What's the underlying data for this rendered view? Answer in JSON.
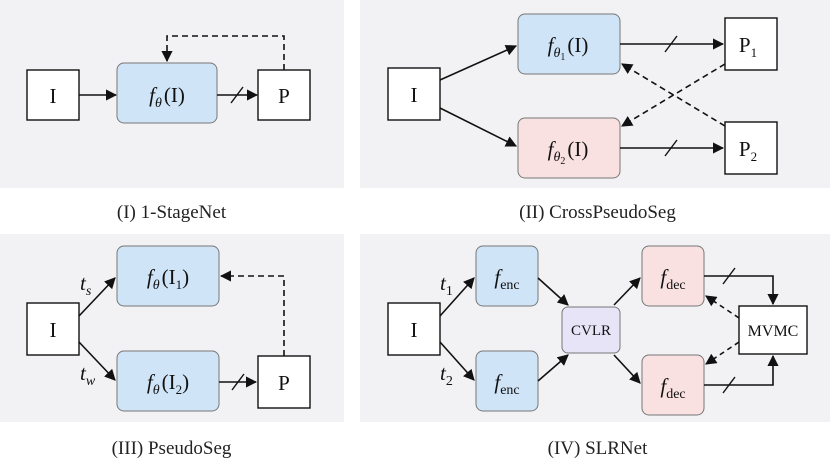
{
  "panels": {
    "p1": {
      "caption": "(I) 1-StageNet",
      "input": "I",
      "model": {
        "f": "f",
        "sub": "θ",
        "arg": "(I)"
      },
      "output": "P"
    },
    "p2": {
      "caption": "(II) CrossPseudoSeg",
      "input": "I",
      "model1": {
        "f": "f",
        "sub": "θ",
        "subsub": "1",
        "arg": "(I)"
      },
      "model2": {
        "f": "f",
        "sub": "θ",
        "subsub": "2",
        "arg": "(I)"
      },
      "out1": {
        "base": "P",
        "sub": "1"
      },
      "out2": {
        "base": "P",
        "sub": "2"
      }
    },
    "p3": {
      "caption": "(III) PseudoSeg",
      "input": "I",
      "t_s": {
        "base": "t",
        "sub": "s"
      },
      "t_w": {
        "base": "t",
        "sub": "w"
      },
      "model1": {
        "f": "f",
        "sub": "θ",
        "arg_open": "(I",
        "arg_sub": "1",
        "arg_close": ")"
      },
      "model2": {
        "f": "f",
        "sub": "θ",
        "arg_open": "(I",
        "arg_sub": "2",
        "arg_close": ")"
      },
      "output": "P"
    },
    "p4": {
      "caption": "(IV) SLRNet",
      "input": "I",
      "t1": {
        "base": "t",
        "sub": "1"
      },
      "t2": {
        "base": "t",
        "sub": "2"
      },
      "enc": {
        "f": "f",
        "sub": "enc"
      },
      "dec": {
        "f": "f",
        "sub": "dec"
      },
      "cvlr": "CVLR",
      "mvmc": "MVMC"
    }
  },
  "colors": {
    "panel_bg": "#f2f2f4",
    "blue": "#cfe4f7",
    "pink": "#f9e1e1",
    "lavender": "#e7e4f8",
    "stroke": "#111111"
  }
}
